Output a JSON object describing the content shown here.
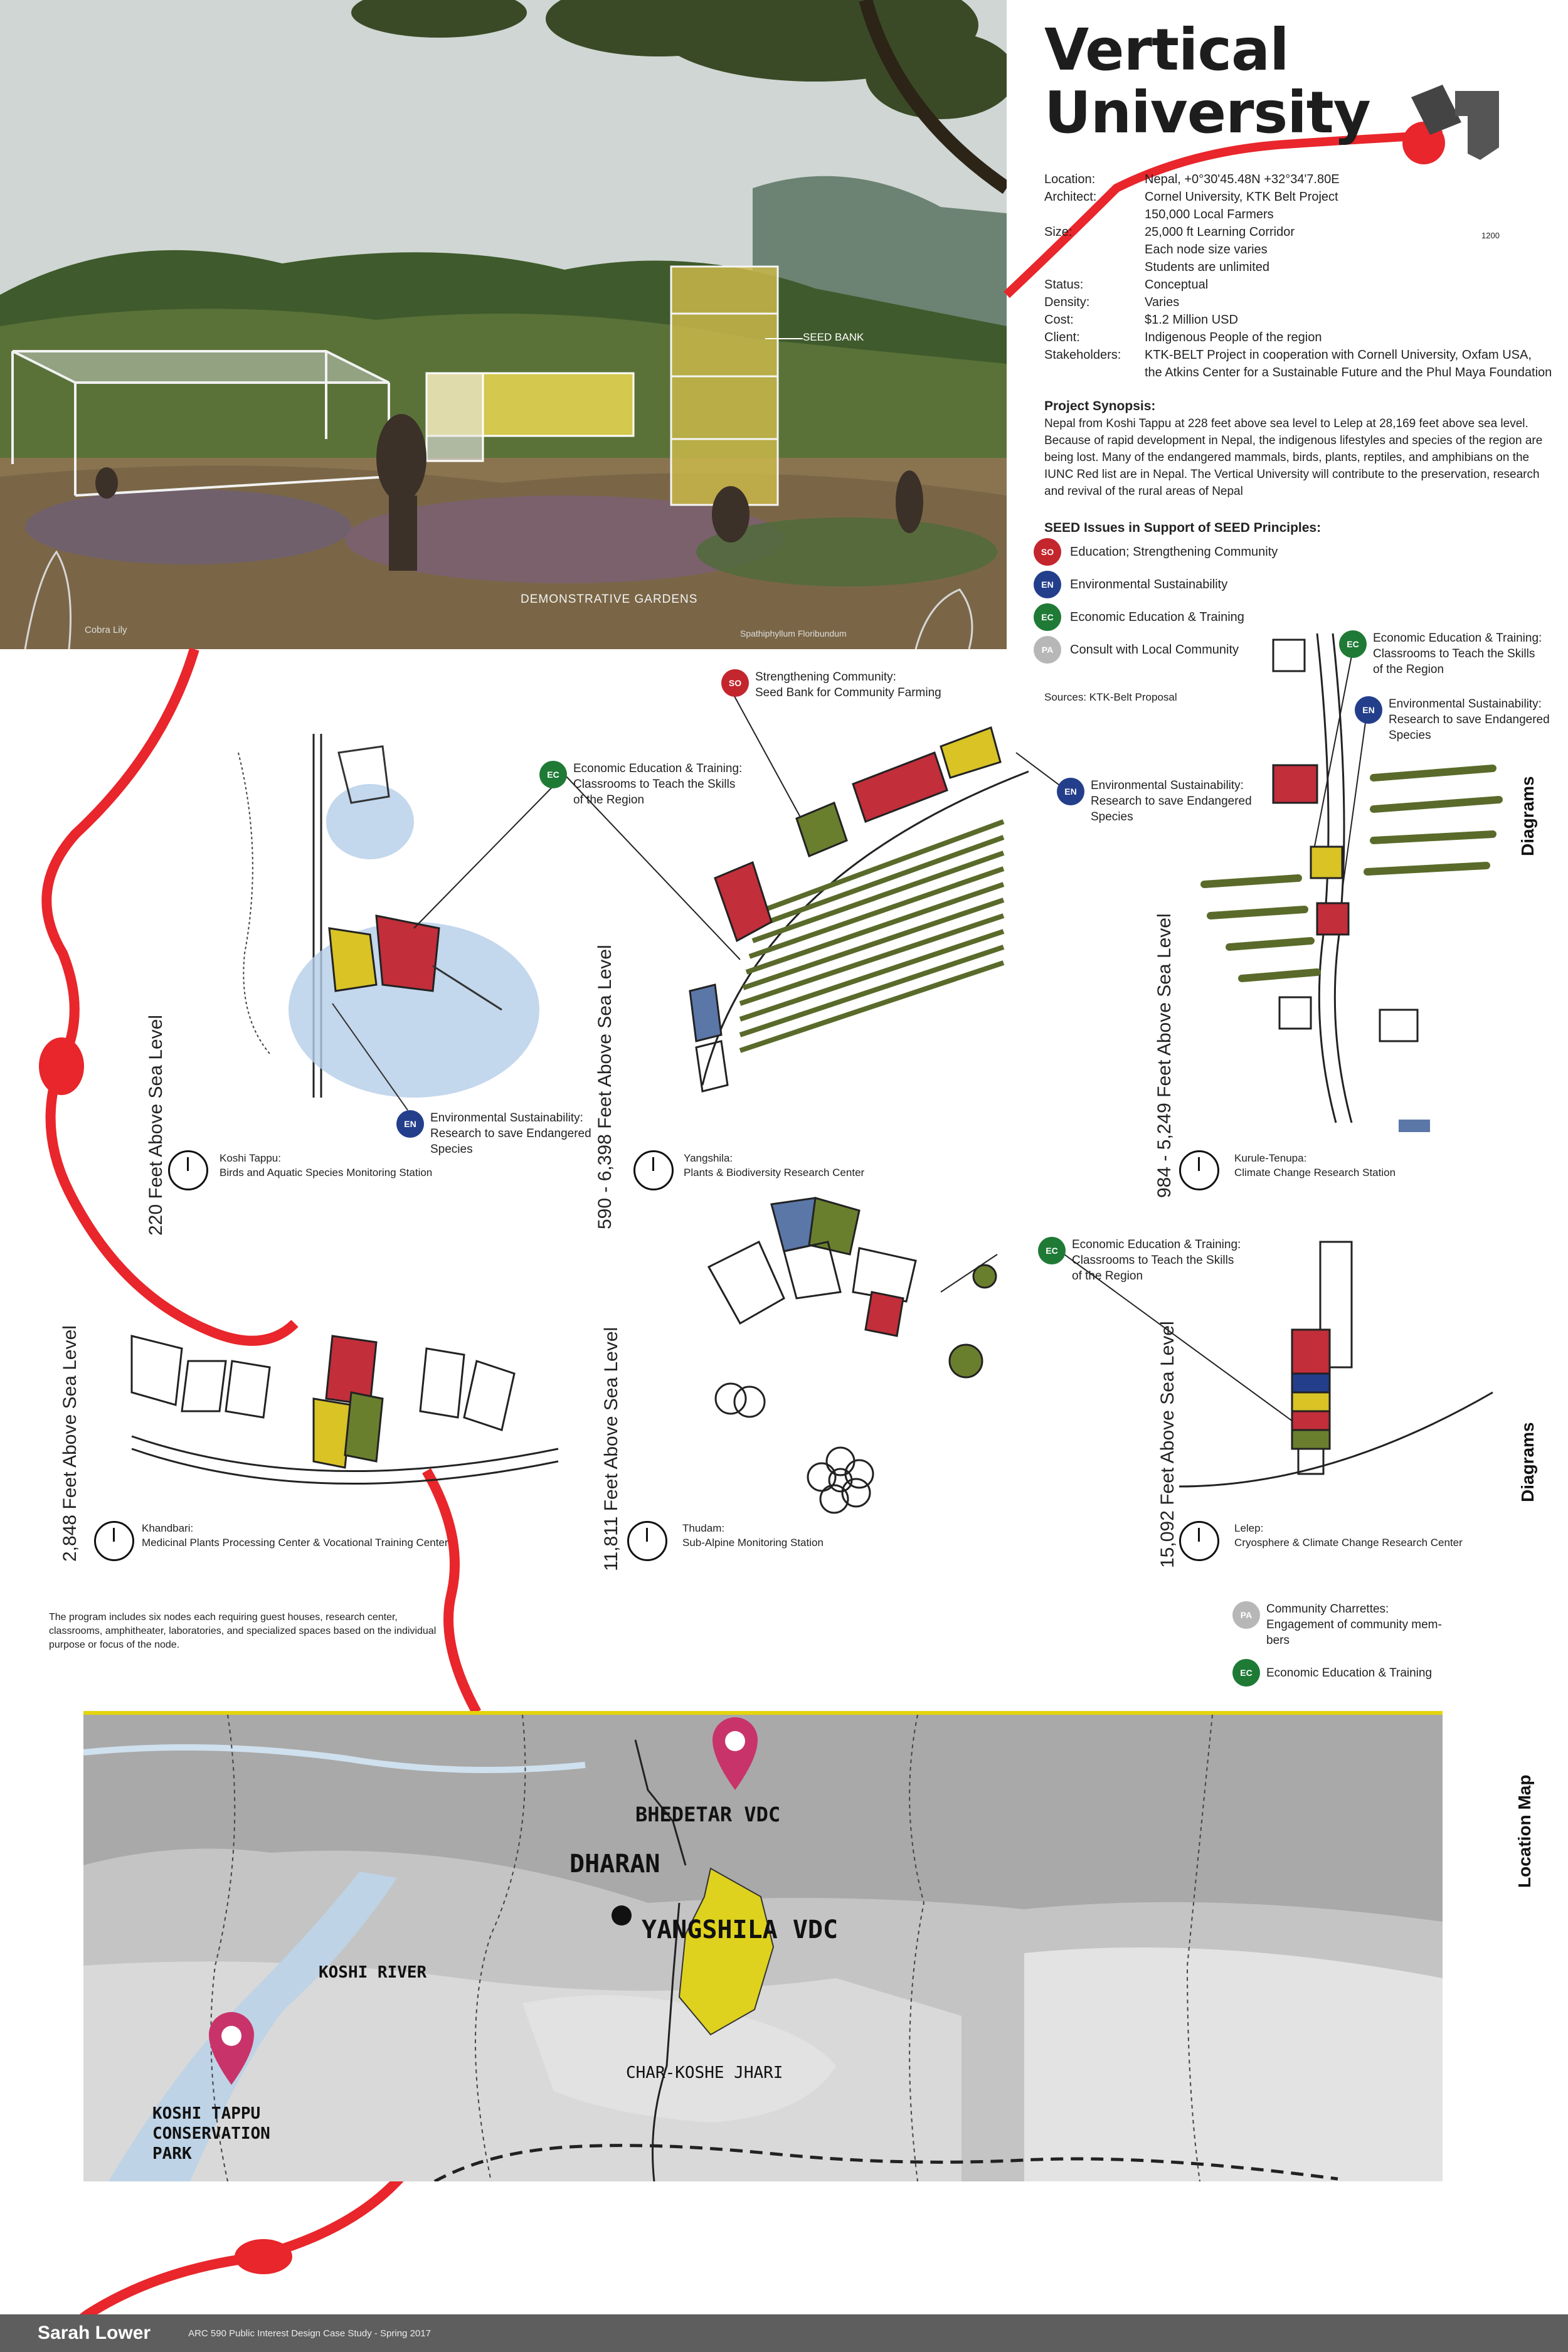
{
  "title": {
    "line1": "Vertical",
    "line2": "University"
  },
  "info": [
    {
      "k": "Location:",
      "v": "Nepal, +0°30'45.48N +32°34'7.80E"
    },
    {
      "k": "Architect:",
      "v": "Cornel University, KTK Belt Project"
    },
    {
      "k": "",
      "v": "150,000 Local Farmers"
    },
    {
      "k": "Size:",
      "v": "25,000 ft Learning Corridor"
    },
    {
      "k": "",
      "v": "Each node size varies"
    },
    {
      "k": "",
      "v": "Students are unlimited"
    },
    {
      "k": "Status:",
      "v": "Conceptual"
    },
    {
      "k": "Density:",
      "v": "Varies"
    },
    {
      "k": "Cost:",
      "v": "$1.2 Million USD"
    },
    {
      "k": "Client:",
      "v": "Indigenous People of the region"
    },
    {
      "k": "Stakeholders:",
      "v": "KTK-BELT Project in cooperation with Cornell University, Oxfam USA,"
    },
    {
      "k": "",
      "v": "the Atkins Center for a Sustainable Future and the Phul Maya Foundation"
    }
  ],
  "synopsis": {
    "heading": "Project Synopsis:",
    "text": "Nepal from Koshi Tappu at 228 feet above sea level to Lelep at 28,169 feet above sea level. Because of rapid development in Nepal, the indigenous lifestyles and species of the region are being lost. Many of the endangered mammals, birds, plants, reptiles, and amphibians on the IUNC Red list are in Nepal. The Vertical University will contribute to the preservation, research and revival of the rural areas of Nepal"
  },
  "seed": {
    "heading": "SEED Issues in Support of SEED Principles:",
    "items": [
      {
        "badge": "SO",
        "color": "#c4262e",
        "label": "Education; Strengthening Community"
      },
      {
        "badge": "EN",
        "color": "#233e8b",
        "label": "Environmental Sustainability"
      },
      {
        "badge": "EC",
        "color": "#1f7a36",
        "label": "Economic Education & Training"
      },
      {
        "badge": "PA",
        "color": "#b7b7b7",
        "label": "Consult with Local Community"
      }
    ]
  },
  "sources": "Sources: KTK-Belt Proposal",
  "hero": {
    "seed_bank": "SEED BANK",
    "gardens": "DEMONSTRATIVE GARDENS",
    "plant": "Cobra Lily",
    "species": "Spathiphyllum Floribundum"
  },
  "side_labels": {
    "diagrams_1": "Diagrams",
    "diagrams_2": "Diagrams",
    "location_map": "Location Map"
  },
  "elevations": [
    "220 Feet Above Sea Level",
    "590 - 6,398 Feet Above Sea Level",
    "984 - 5,249 Feet Above Sea Level",
    "2,848 Feet Above Sea Level",
    "11,811 Feet Above Sea Level",
    "15,092 Feet Above Sea Level"
  ],
  "nodes": [
    {
      "name": "Koshi Tappu:",
      "desc": "Birds and Aquatic Species Monitoring Station"
    },
    {
      "name": "Yangshila:",
      "desc": "Plants & Biodiversity Research Center"
    },
    {
      "name": "Kurule-Tenupa:",
      "desc": "Climate Change Research Station"
    },
    {
      "name": "Khandbari:",
      "desc": "Medicinal Plants Processing Center & Vocational Training Center"
    },
    {
      "name": "Thudam:",
      "desc": "Sub-Alpine Monitoring Station"
    },
    {
      "name": "Lelep:",
      "desc": "Cryosphere & Climate Change Research Center"
    }
  ],
  "callouts": {
    "ec_training": "Economic Education & Training:",
    "ec_classrooms": "Classrooms to Teach the Skills",
    "ec_region": "of the Region",
    "en_sustain": "Environmental Sustainability:",
    "en_research": "Research to save Endangered",
    "en_species": "Species",
    "so_strength": "Strengthening Community:",
    "so_seed": "Seed Bank for Community Farming",
    "pa_charrettes": "Community Charrettes:",
    "pa_engage": "Engagement of community mem-",
    "pa_bers": "bers",
    "ec_plain": "Economic Education & Training"
  },
  "program": "The program includes six nodes each requiring guest houses, research center, classrooms, amphitheater, laboratories, and specialized spaces based on the individual purpose or focus of the node.",
  "map": {
    "bhedetar": "BHEDETAR VDC",
    "dharan": "DHARAN",
    "yangshila": "YANGSHILA VDC",
    "koshi_river": "KOSHI RIVER",
    "char_koshe": "CHAR-KOSHE JHARI",
    "koshi_tappu_1": "KOSHI TAPPU",
    "koshi_tappu_2": "CONSERVATION",
    "koshi_tappu_3": "PARK"
  },
  "footer": {
    "name": "Sarah Lower",
    "course": "ARC 590 Public Interest Design Case Study - Spring 2017"
  }
}
